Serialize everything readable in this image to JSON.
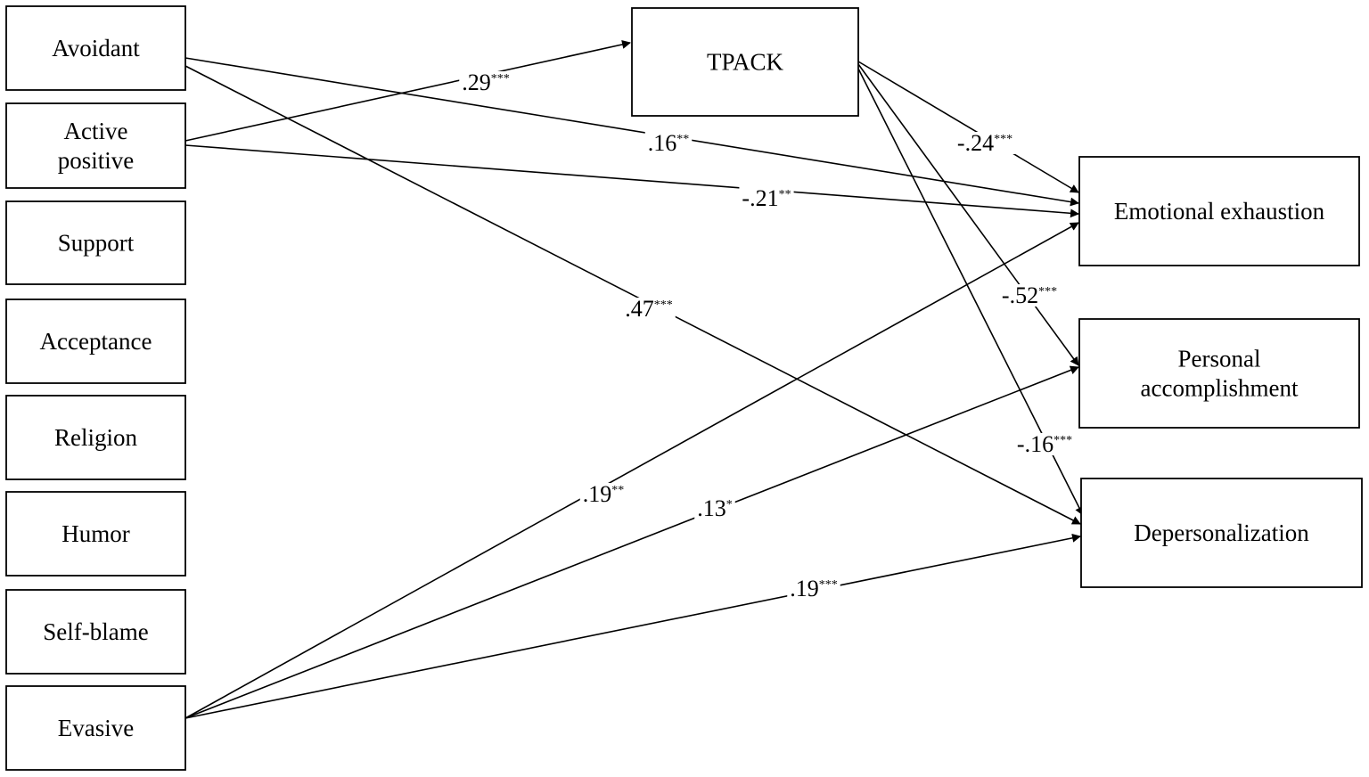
{
  "nodes": {
    "avoidant": {
      "lines": [
        "Avoidant"
      ]
    },
    "active_positive": {
      "lines": [
        "Active",
        "positive"
      ]
    },
    "support": {
      "lines": [
        "Support"
      ]
    },
    "acceptance": {
      "lines": [
        "Acceptance"
      ]
    },
    "religion": {
      "lines": [
        "Religion"
      ]
    },
    "humor": {
      "lines": [
        "Humor"
      ]
    },
    "self_blame": {
      "lines": [
        "Self-blame"
      ]
    },
    "evasive": {
      "lines": [
        "Evasive"
      ]
    },
    "tpack": {
      "lines": [
        "TPACK"
      ]
    },
    "emotional_exhaustion": {
      "lines": [
        "Emotional exhaustion"
      ]
    },
    "personal_accomplishment": {
      "lines": [
        "Personal",
        "accomplishment"
      ]
    },
    "depersonalization": {
      "lines": [
        "Depersonalization"
      ]
    }
  },
  "edges": [
    {
      "id": "active-tpack",
      "from": "active_positive",
      "to": "tpack",
      "coef": ".29",
      "stars": "***"
    },
    {
      "id": "avoidant-ee",
      "from": "avoidant",
      "to": "emotional_exhaustion",
      "coef": ".16",
      "stars": "**"
    },
    {
      "id": "active-ee",
      "from": "active_positive",
      "to": "emotional_exhaustion",
      "coef": "-.21",
      "stars": "**"
    },
    {
      "id": "avoidant-dp",
      "from": "avoidant",
      "to": "depersonalization",
      "coef": ".47",
      "stars": "***"
    },
    {
      "id": "tpack-ee",
      "from": "tpack",
      "to": "emotional_exhaustion",
      "coef": "-.24",
      "stars": "***"
    },
    {
      "id": "tpack-pa",
      "from": "tpack",
      "to": "personal_accomplishment",
      "coef": "-.52",
      "stars": "***"
    },
    {
      "id": "tpack-dp",
      "from": "tpack",
      "to": "depersonalization",
      "coef": "-.16",
      "stars": "***"
    },
    {
      "id": "evasive-ee",
      "from": "evasive",
      "to": "emotional_exhaustion",
      "coef": ".19",
      "stars": "**"
    },
    {
      "id": "evasive-pa",
      "from": "evasive",
      "to": "personal_accomplishment",
      "coef": ".13",
      "stars": "*"
    },
    {
      "id": "evasive-dp",
      "from": "evasive",
      "to": "depersonalization",
      "coef": ".19",
      "stars": "***"
    }
  ]
}
